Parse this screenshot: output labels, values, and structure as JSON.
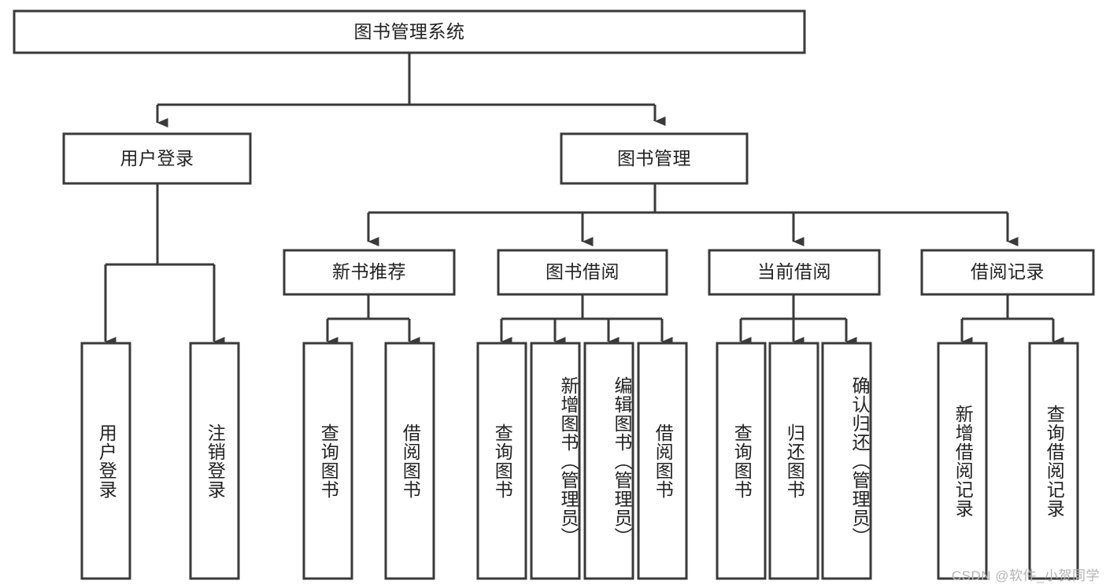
{
  "diagram": {
    "title": "图书管理系统",
    "type": "tree-hierarchy",
    "watermark": "CSDN @软件_小贺同学",
    "colors": {
      "stroke": "#3a3a3a",
      "box_fill": "#ffffff",
      "text": "#222222",
      "background": "#ffffff",
      "watermark_text": "#b4b4b4"
    },
    "levels": {
      "root": [
        "图书管理系统"
      ],
      "level2": [
        "用户登录",
        "图书管理"
      ],
      "level3": [
        "新书推荐",
        "图书借阅",
        "当前借阅",
        "借阅记录"
      ],
      "leaves": [
        "用户登录",
        "注销登录",
        "查询图书",
        "借阅图书",
        "查询图书",
        "新增图书（管理员）",
        "编辑图书（管理员）",
        "借阅图书",
        "查询图书",
        "归还图书",
        "确认归还（管理员）",
        "新增借阅记录",
        "查询借阅记录"
      ]
    },
    "nodes": {
      "root": {
        "label": "图书管理系统"
      },
      "user_login": {
        "label": "用户登录"
      },
      "book_manage": {
        "label": "图书管理"
      },
      "new_book_rec": {
        "label": "新书推荐"
      },
      "book_borrow": {
        "label": "图书借阅"
      },
      "current_borrow": {
        "label": "当前借阅"
      },
      "borrow_record": {
        "label": "借阅记录"
      },
      "leaf_user_login": {
        "label": "用户登录"
      },
      "leaf_user_logout": {
        "label": "注销登录"
      },
      "leaf_query_book_1": {
        "label": "查询图书"
      },
      "leaf_borrow_book_1": {
        "label": "借阅图书"
      },
      "leaf_query_book_2": {
        "label": "查询图书"
      },
      "leaf_add_book": {
        "label": "新增图书（管理员）"
      },
      "leaf_edit_book": {
        "label": "编辑图书（管理员）"
      },
      "leaf_borrow_book_2": {
        "label": "借阅图书"
      },
      "leaf_query_book_3": {
        "label": "查询图书"
      },
      "leaf_return_book": {
        "label": "归还图书"
      },
      "leaf_confirm_return": {
        "label": "确认归还（管理员）"
      },
      "leaf_add_record": {
        "label": "新增借阅记录"
      },
      "leaf_query_record": {
        "label": "查询借阅记录"
      }
    }
  }
}
